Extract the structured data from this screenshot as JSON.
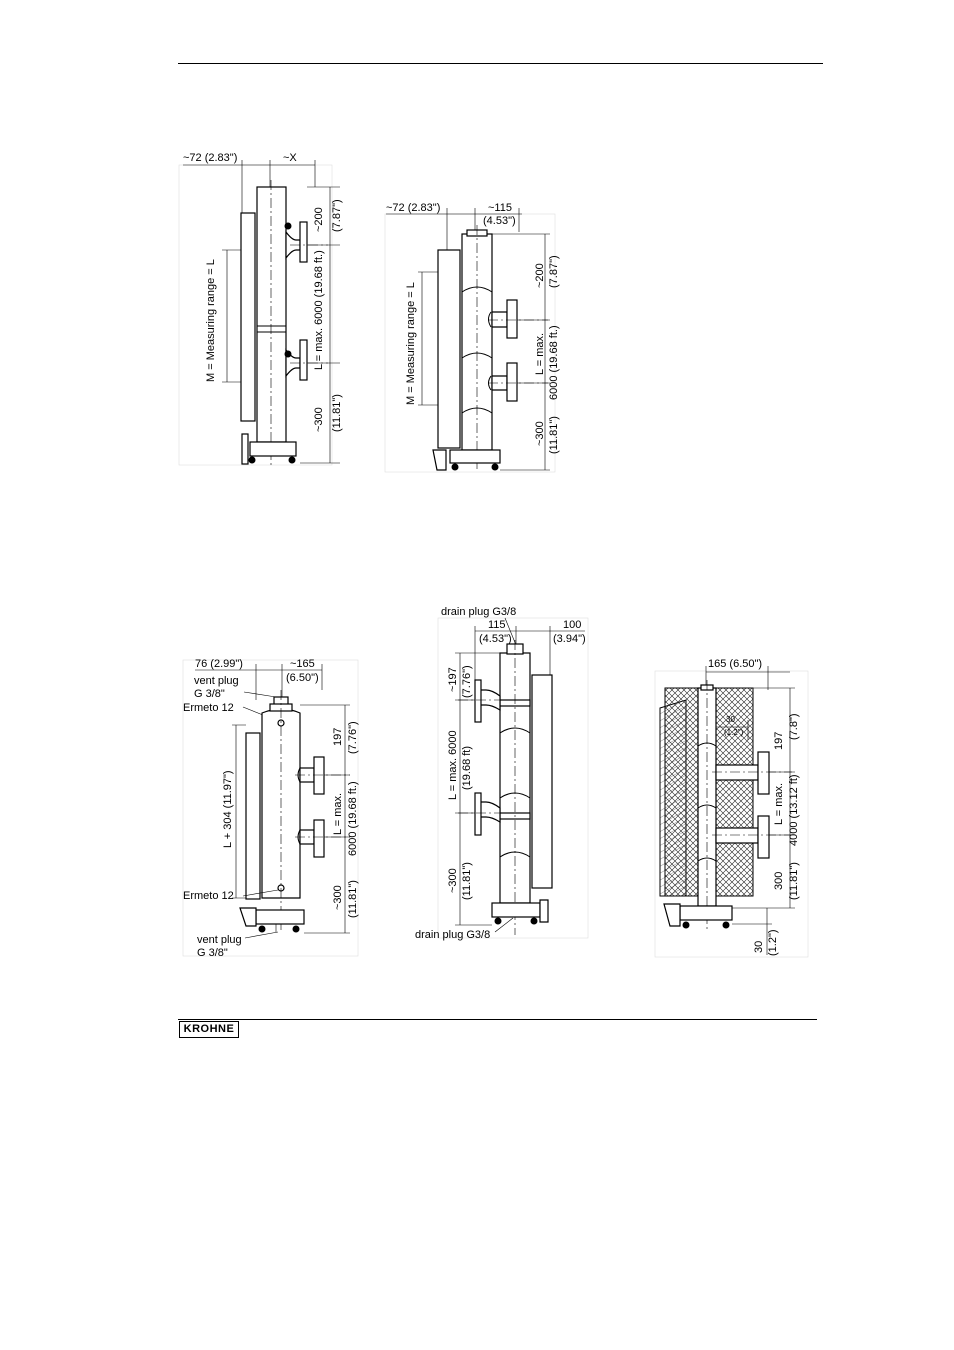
{
  "brand": "KROHNE",
  "drawing_1": {
    "top_left_dim": "~72 (2.83\")",
    "top_right_dim": "~X",
    "top_dim_mm": "~200",
    "top_dim_in": "(7.87\")",
    "range_label": "M = Measuring range = L",
    "length_label": "L = max. 6000 (19.68 ft.)",
    "bottom_dim_mm": "~300",
    "bottom_dim_in": "(11.81\")"
  },
  "drawing_2": {
    "top_left_dim": "~72 (2.83\")",
    "top_right_dim_mm": "~115",
    "top_right_dim_in": "(4.53\")",
    "top_dim_mm": "~200",
    "top_dim_in": "(7.87\")",
    "range_label": "M = Measuring range = L",
    "length_label_1": "L = max.",
    "length_label_2": "6000 (19.68 ft.)",
    "bottom_dim_mm": "~300",
    "bottom_dim_in": "(11.81\")"
  },
  "drawing_3": {
    "top_left_dim": "76 (2.99\")",
    "top_right_dim_mm": "~165",
    "top_right_dim_in": "(6.50\")",
    "vent_plug_top_1": "vent plug",
    "vent_plug_top_2": "G 3/8\"",
    "ermeto_top": "Ermeto 12",
    "ermeto_bottom": "Ermeto 12",
    "vent_plug_bottom_1": "vent plug",
    "vent_plug_bottom_2": "G 3/8\"",
    "range_label": "L + 304 (11.97\")",
    "top_dim_mm": "197",
    "top_dim_in": "(7.76\")",
    "length_label_1": "L = max.",
    "length_label_2": "6000 (19.68 ft.)",
    "bottom_dim_mm": "~300",
    "bottom_dim_in": "(11.81\")"
  },
  "drawing_4": {
    "drain_top": "drain plug G3/8",
    "drain_bottom": "drain plug G3/8",
    "dim_115": "115",
    "dim_115_in": "(4.53\")",
    "dim_100": "100",
    "dim_100_in": "(3.94\")",
    "top_dim_mm": "~197",
    "top_dim_in": "(7.76\")",
    "length_label_1": "L = max. 6000",
    "length_label_2": "(19.68 ft)",
    "bottom_dim_mm": "~300",
    "bottom_dim_in": "(11.81\")"
  },
  "drawing_5": {
    "top_dim": "165 (6.50\")",
    "insul_mm": "30",
    "insul_in": "(1.2\")",
    "top_dim_mm": "197",
    "top_dim_in": "(7.8\")",
    "length_label_1": "L = max.",
    "length_label_2": "4000 (13.12 ft)",
    "bottom_dim_mm": "300",
    "bottom_dim_in": "(11.81\")",
    "foot_dim_mm": "30",
    "foot_dim_in": "(1.2\")"
  }
}
